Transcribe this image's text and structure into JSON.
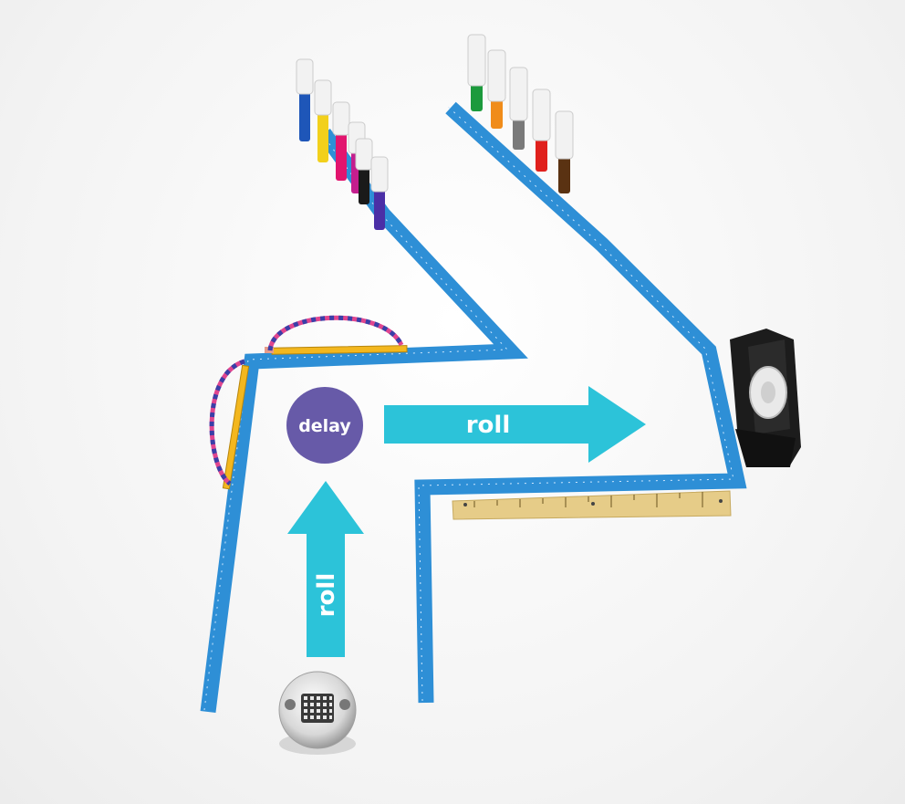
{
  "labels": {
    "delay": "delay",
    "roll_horizontal": "roll",
    "roll_vertical": "roll"
  },
  "colors": {
    "arrow": "#2cc3d9",
    "delay_circle": "#675aa8",
    "tape": "#2e8fd6",
    "tape_marks": "#e8f4ff",
    "ruler": "#e6cc88",
    "pencil": "#f3b71e",
    "dispenser": "#1c1c1c"
  },
  "objects": {
    "markers_left": [
      "blue",
      "yellow",
      "pink",
      "magenta",
      "black",
      "purple"
    ],
    "markers_right": [
      "green",
      "orange",
      "gray",
      "red",
      "brown"
    ],
    "robot": "sphero-bolt-robot",
    "tape_dispenser": "tape-dispenser"
  }
}
